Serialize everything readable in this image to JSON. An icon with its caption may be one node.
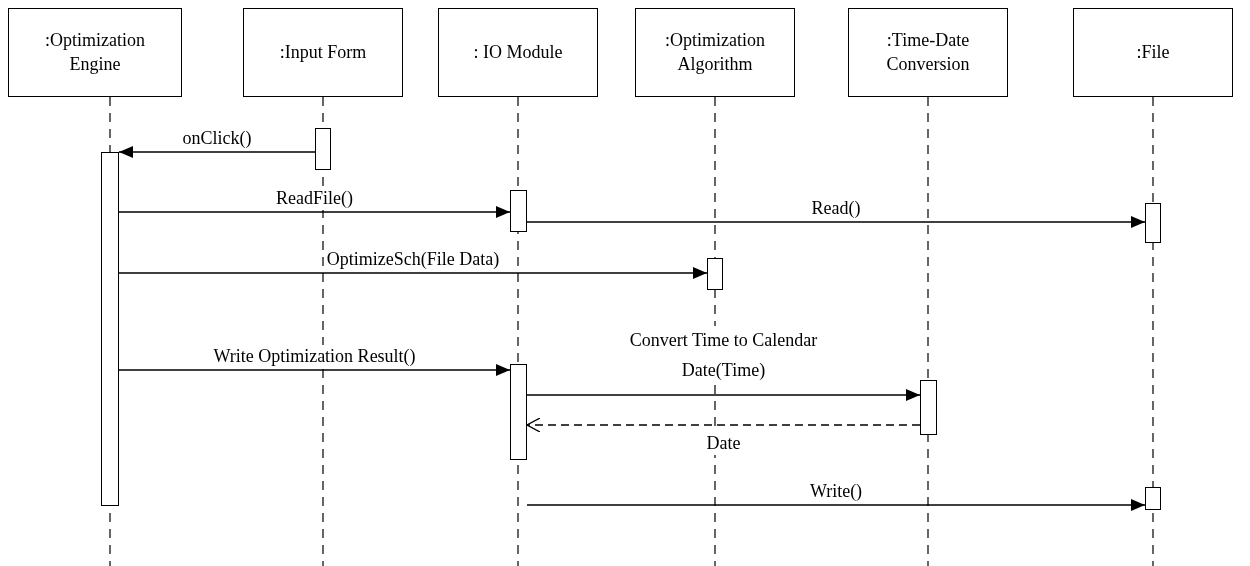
{
  "diagram": {
    "nodes": [
      {
        "text": [
          ":Optimization Engine"
        ]
      },
      {
        "text": [
          ":Input Form"
        ]
      },
      {
        "text": [
          ": IO Module"
        ]
      },
      {
        "text": [
          ":Optimization Algorithm"
        ]
      },
      {
        "text": [
          ":Time-Date Conversion"
        ]
      },
      {
        "text": [
          ":File"
        ]
      },
      {
        "text": [],
        "shape": "bar"
      },
      {
        "text": [],
        "shape": "bar"
      },
      {
        "text": [],
        "shape": "bar"
      },
      {
        "text": [],
        "shape": "bar"
      },
      {
        "text": [],
        "shape": "bar"
      },
      {
        "text": [],
        "shape": "bar"
      },
      {
        "text": [],
        "shape": "bar"
      },
      {
        "text": [],
        "shape": "bar"
      }
    ],
    "edges": [
      {
        "from": 7,
        "to": 6,
        "arrow": "to",
        "label": "onClick()"
      },
      {
        "from": 6,
        "to": 8,
        "arrow": "to",
        "label": "ReadFile()"
      },
      {
        "from": 8,
        "to": 9,
        "arrow": "to",
        "label": "Read()"
      },
      {
        "from": 6,
        "to": 10,
        "arrow": "to",
        "label": "OptimizeSch(File Data)"
      },
      {
        "from": 6,
        "to": 11,
        "arrow": "to",
        "label": "Write Optimization Result()"
      },
      {
        "from": 11,
        "to": 12,
        "arrow": "to",
        "label": "Convert Time to Calendar Date(Time)"
      },
      {
        "from": 12,
        "to": 11,
        "arrow": "to",
        "label": "Date",
        "style": "dashed"
      },
      {
        "from": 11,
        "to": 13,
        "arrow": "to",
        "label": "Write()"
      }
    ]
  }
}
